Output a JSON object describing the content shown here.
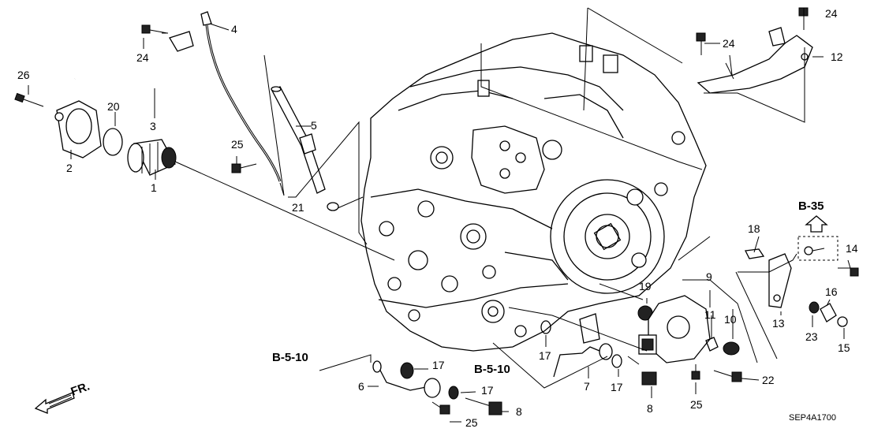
{
  "diagram": {
    "callouts": {
      "p1": "1",
      "p2": "2",
      "p3": "3",
      "p4": "4",
      "p5": "5",
      "p6": "6",
      "p7": "7",
      "p8a": "8",
      "p8b": "8",
      "p9": "9",
      "p10": "10",
      "p11": "11",
      "p12": "12",
      "p13": "13",
      "p14": "14",
      "p15": "15",
      "p16": "16",
      "p17a": "17",
      "p17b": "17",
      "p17c": "17",
      "p17d": "17",
      "p18": "18",
      "p19": "19",
      "p20": "20",
      "p21": "21",
      "p22": "22",
      "p23": "23",
      "p24a": "24",
      "p24b": "24",
      "p24c": "24",
      "p25a": "25",
      "p25b": "25",
      "p25c": "25",
      "p26": "26"
    },
    "references": {
      "b510_left": "B-5-10",
      "b510_right": "B-5-10",
      "b35": "B-35"
    },
    "front_label": "FR.",
    "diagram_code": "SEP4A1700"
  }
}
